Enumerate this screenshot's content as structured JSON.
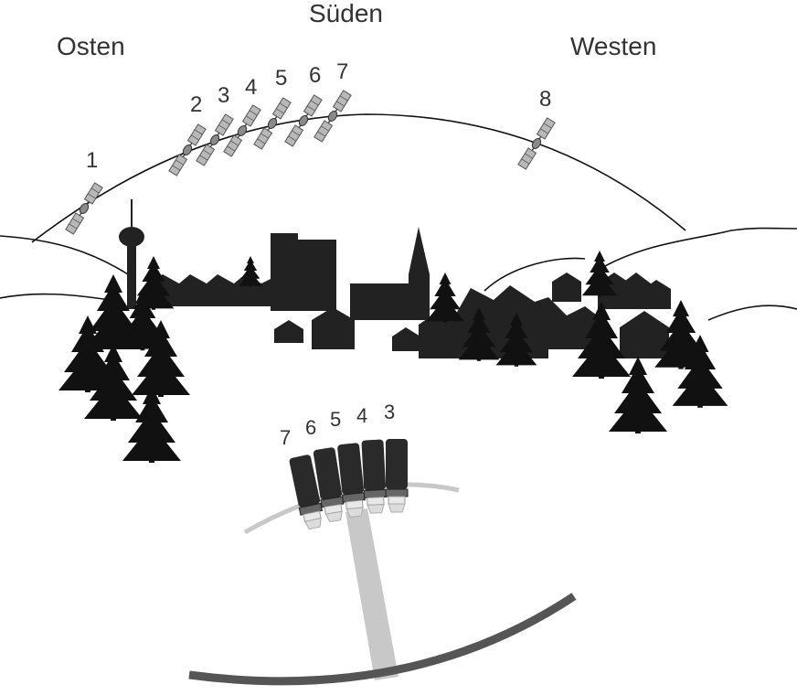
{
  "directions": {
    "east": "Osten",
    "south": "Süden",
    "west": "Westen"
  },
  "satellites": [
    {
      "label": "1"
    },
    {
      "label": "2"
    },
    {
      "label": "3"
    },
    {
      "label": "4"
    },
    {
      "label": "5"
    },
    {
      "label": "6"
    },
    {
      "label": "7"
    },
    {
      "label": "8"
    }
  ],
  "lnbs": [
    {
      "label": "7"
    },
    {
      "label": "6"
    },
    {
      "label": "5"
    },
    {
      "label": "4"
    },
    {
      "label": "3"
    }
  ],
  "colors": {
    "silhouette": "#222222",
    "line": "#111111",
    "dish": "#555555",
    "arm": "#c8c8c8",
    "lnb_body": "#2a2a2a",
    "satellite_panel": "#9a9a9a"
  },
  "icons": {
    "satellite": "satellite-icon",
    "lnb": "lnb-icon",
    "tree": "tree-icon",
    "building": "building-icon"
  }
}
